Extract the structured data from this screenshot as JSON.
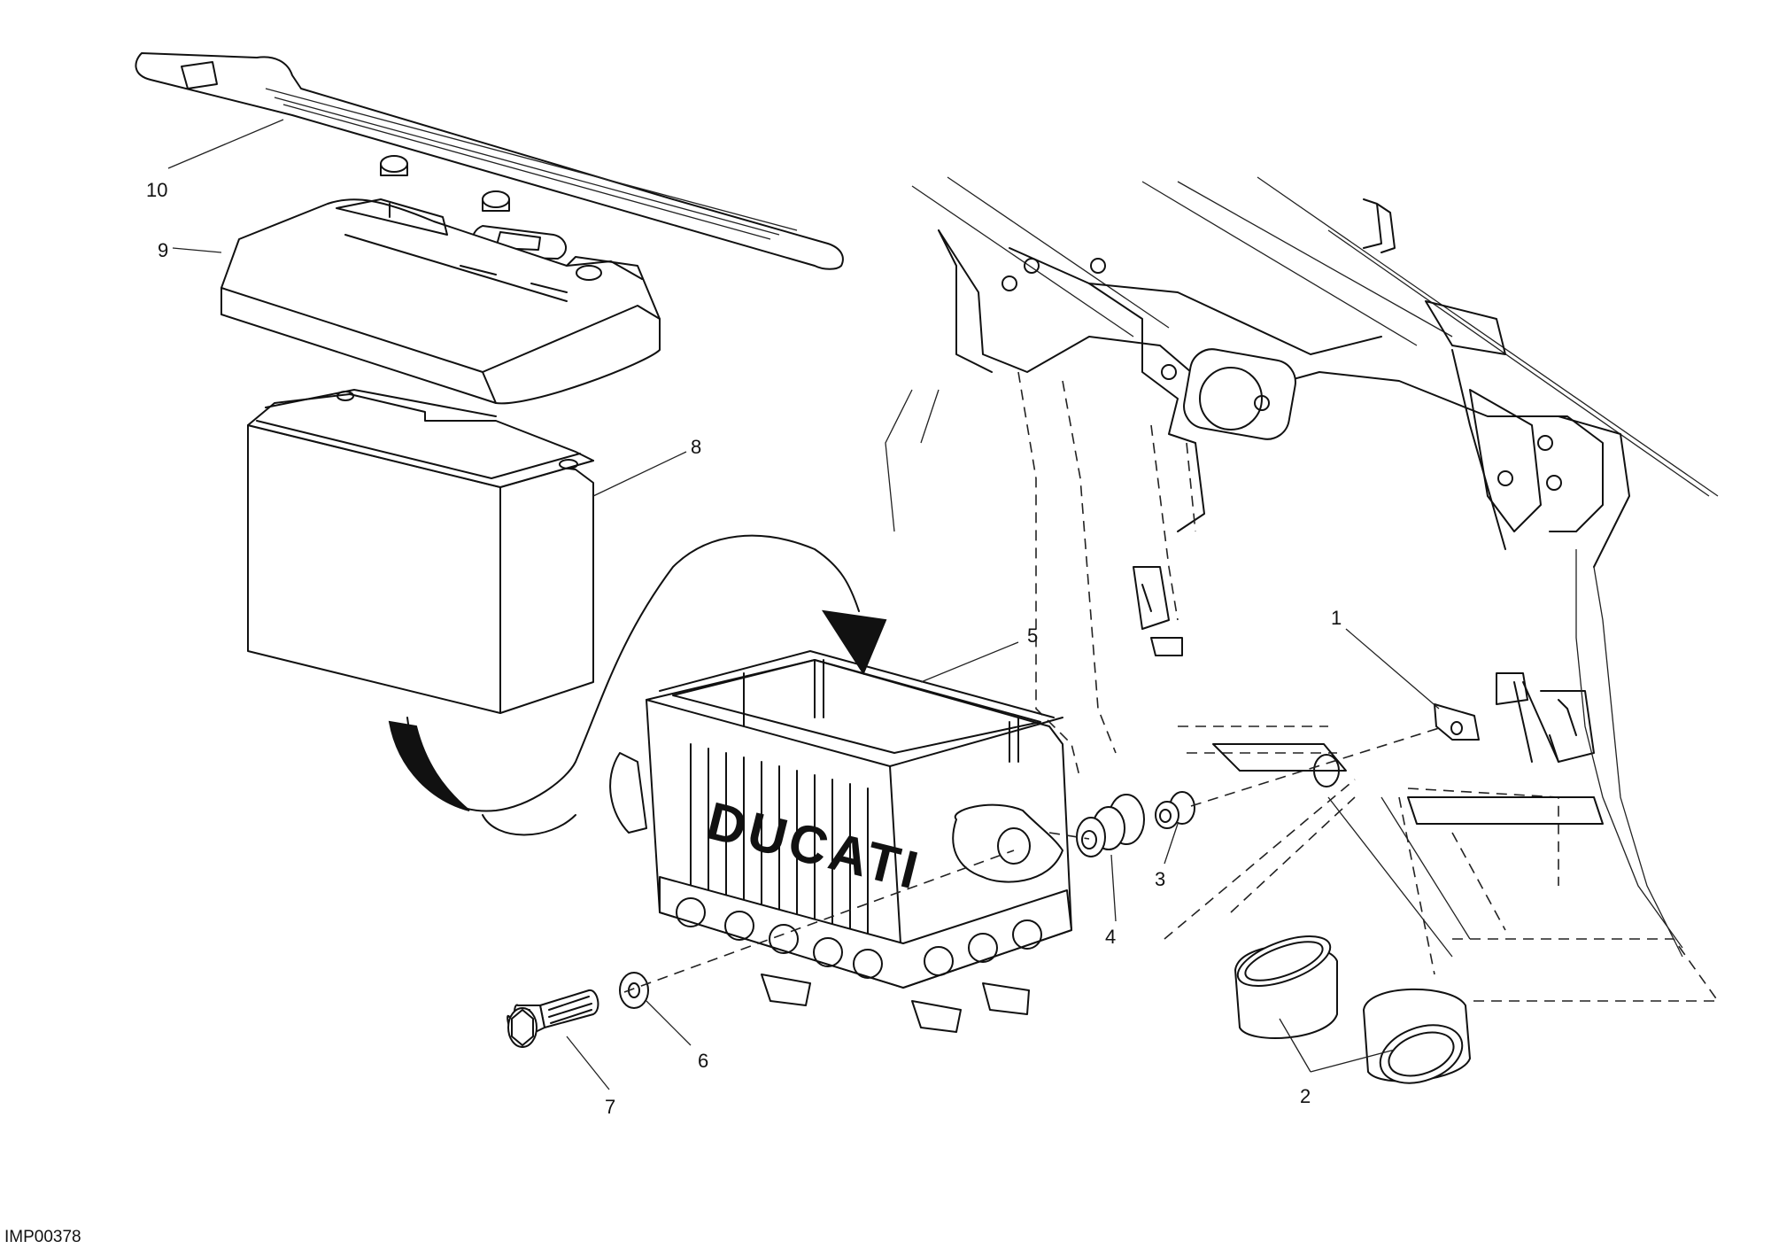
{
  "drawing_code": "IMP00378",
  "callouts": [
    "1",
    "2",
    "3",
    "4",
    "5",
    "6",
    "7",
    "8",
    "9",
    "10"
  ],
  "logo_text": "DUCATI"
}
